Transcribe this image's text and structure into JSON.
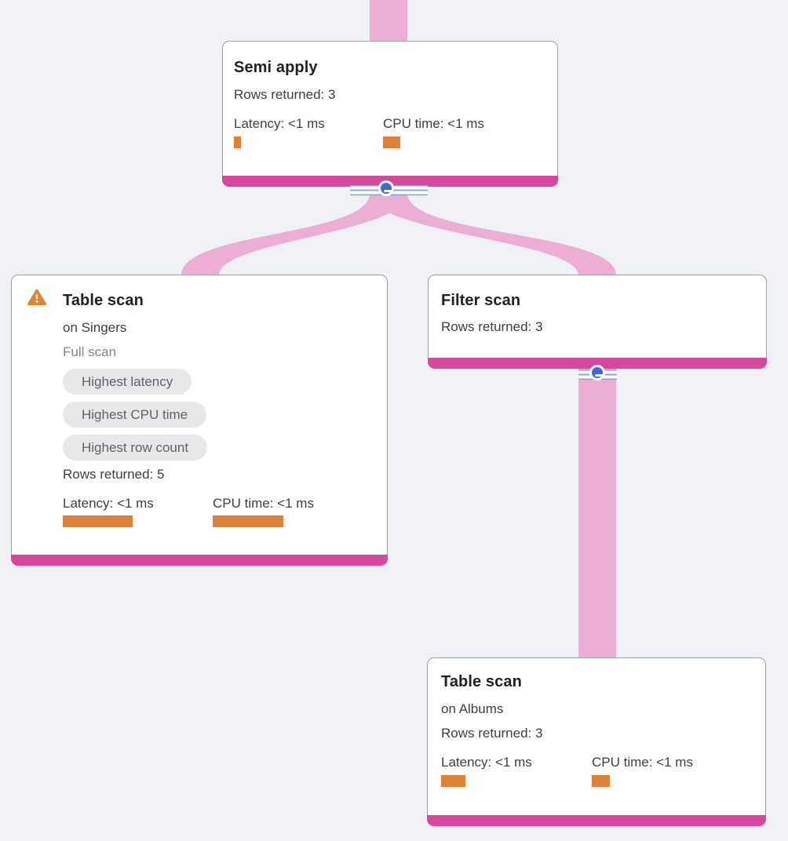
{
  "appearance": {
    "background": "#f0f1f4",
    "edge_color": "#ecaed4",
    "node_accent_color": "#d6479d",
    "metric_bar_color": "#dd8236",
    "collapse_button_color": "#3b6bd2",
    "collapse_stripe_color": "#8aa4d8",
    "badge_bg_color": "#e7e8ea",
    "warning_color": "#df8334",
    "card_border_color": "#9aa0a6"
  },
  "nodes": {
    "semi_apply": {
      "title": "Semi apply",
      "rows_returned": "Rows returned: 3",
      "latency_label": "Latency: <1 ms",
      "cpu_label": "CPU time: <1 ms",
      "latency_bar_w": 9,
      "cpu_bar_w": 22
    },
    "table_scan_singers": {
      "title": "Table scan",
      "subtitle": "on Singers",
      "scan_type": "Full scan",
      "badges": [
        "Highest latency",
        "Highest CPU time",
        "Highest row count"
      ],
      "rows_returned": "Rows returned: 5",
      "latency_label": "Latency: <1 ms",
      "cpu_label": "CPU time: <1 ms",
      "latency_bar_w": 89,
      "cpu_bar_w": 90
    },
    "filter_scan": {
      "title": "Filter scan",
      "rows_returned": "Rows returned: 3"
    },
    "table_scan_albums": {
      "title": "Table scan",
      "subtitle": "on Albums",
      "rows_returned": "Rows returned: 3",
      "latency_label": "Latency: <1 ms",
      "cpu_label": "CPU time: <1 ms",
      "latency_bar_w": 31,
      "cpu_bar_w": 23
    }
  },
  "icons": {
    "warning": "warning-triangle",
    "collapse": "minus-circle"
  }
}
